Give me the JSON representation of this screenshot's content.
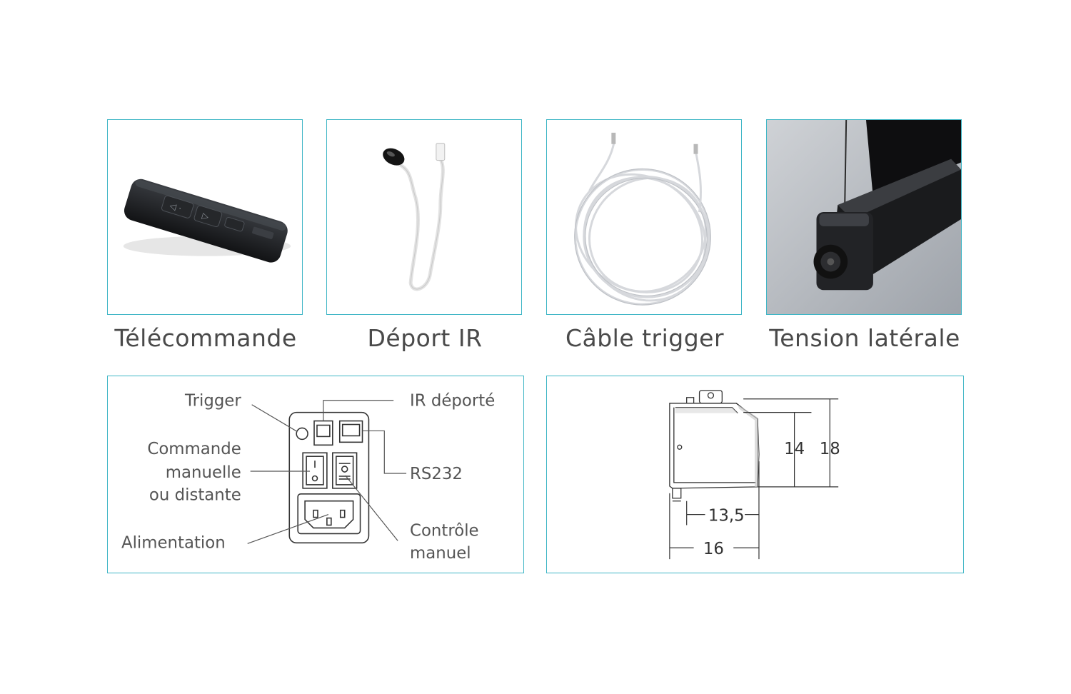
{
  "products": [
    {
      "caption": "Télécommande",
      "image_icon": "remote-control-icon"
    },
    {
      "caption": "Déport IR",
      "image_icon": "ir-receiver-cable-icon"
    },
    {
      "caption": "Câble trigger",
      "image_icon": "trigger-cable-coil-icon"
    },
    {
      "caption": "Tension latérale",
      "image_icon": "lateral-tension-icon"
    }
  ],
  "connector_panel": {
    "labels": {
      "trigger": "Trigger",
      "ir": "IR déporté",
      "command_line1": "Commande",
      "command_line2": "manuelle",
      "command_line3": "ou distante",
      "rs232": "RS232",
      "power": "Alimentation",
      "manual_line1": "Contrôle",
      "manual_line2": "manuel"
    }
  },
  "dimension_panel": {
    "dimensions": {
      "height_inner": "14",
      "height_outer": "18",
      "depth_inner": "13,5",
      "depth_outer": "16"
    }
  },
  "colors": {
    "border": "#3fb6c6",
    "text": "#4a4a4a"
  }
}
